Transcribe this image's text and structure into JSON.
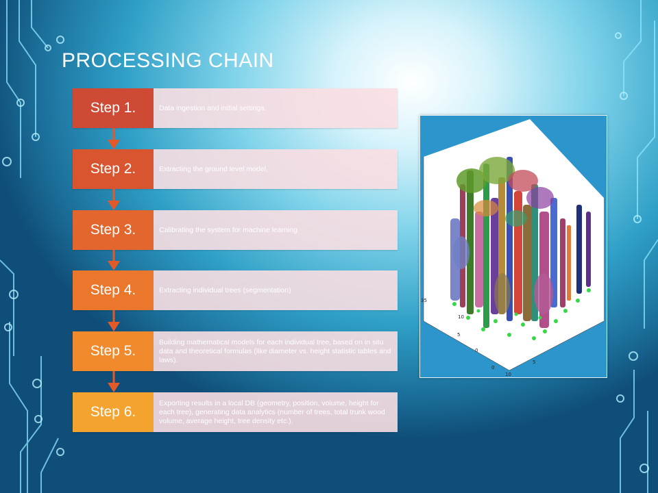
{
  "slide": {
    "title": "PROCESSING CHAIN"
  },
  "colors": {
    "step1": "#cf4a35",
    "step2": "#d9552f",
    "step3": "#e2662d",
    "step4": "#ea772c",
    "step5": "#f08a2c",
    "step6": "#f5a32f",
    "arrow": "#e35a2a",
    "description_bg": "#f9dde1",
    "plot_bg": "#2c96cc"
  },
  "steps": [
    {
      "label": "Step 1.",
      "description": "Data ingestion and initial settings."
    },
    {
      "label": "Step 2.",
      "description": "Extracting the ground level model,"
    },
    {
      "label": "Step 3.",
      "description": "Calibrating the system for machine learning"
    },
    {
      "label": "Step 4.",
      "description": "Extracting individual trees (segmentation)"
    },
    {
      "label": "Step 5.",
      "description": "Building mathematical models for each individual tree, based on in situ data and theoretical formulas (like diameter vs. height statistic tables and laws)."
    },
    {
      "label": "Step 6.",
      "description": "Exporting results in a local DB (geometry, position, volume, height for each tree), generating data analytics (number of trees, total trunk wood volume, average height, tree density etc.)."
    }
  ],
  "plot": {
    "axis_ticks": {
      "vertical": [
        "35"
      ],
      "depth": [
        "10",
        "5",
        "0"
      ],
      "width": [
        "0",
        "5",
        "10"
      ]
    }
  }
}
